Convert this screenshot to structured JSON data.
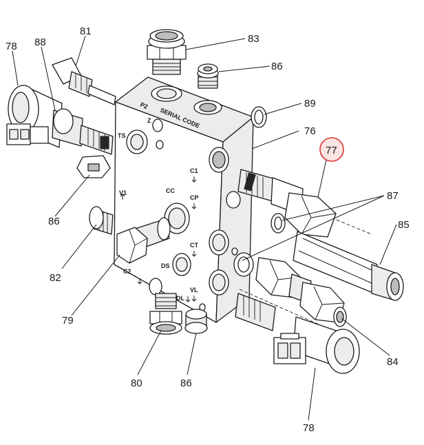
{
  "callouts": {
    "c78_top": "78",
    "c88": "88",
    "c81": "81",
    "c83": "83",
    "c86_top": "86",
    "c89": "89",
    "c76": "76",
    "c77": "77",
    "c87": "87",
    "c85": "85",
    "c86_left": "86",
    "c82": "82",
    "c79": "79",
    "c80": "80",
    "c86_bottom": "86",
    "c84": "84",
    "c78_bottom": "78"
  },
  "port_labels": {
    "serial": "SERIAL CODE",
    "p2": "P2",
    "z": "Z",
    "ts": "TS",
    "v1": "V1",
    "cc": "CC",
    "c1": "C1",
    "cp": "CP",
    "ct": "CT",
    "ds": "DS",
    "c2": "C2",
    "dl": "DL",
    "vl": "VL"
  },
  "highlight_color": "#d9342b"
}
